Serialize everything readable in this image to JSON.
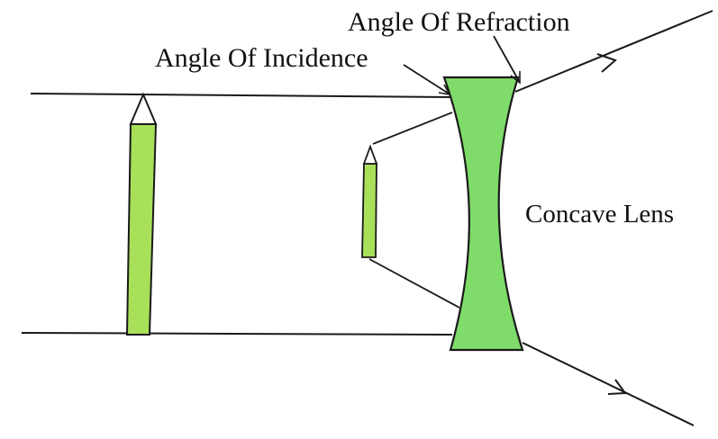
{
  "labels": {
    "angle_of_refraction": "Angle Of Refraction",
    "angle_of_incidence": "Angle Of Incidence",
    "lens_name": "Concave Lens"
  },
  "colors": {
    "lens_fill": "#7fdc6a",
    "object_fill": "#a8e05a",
    "stroke": "#1a1a1a",
    "paper": "#ffffff"
  }
}
